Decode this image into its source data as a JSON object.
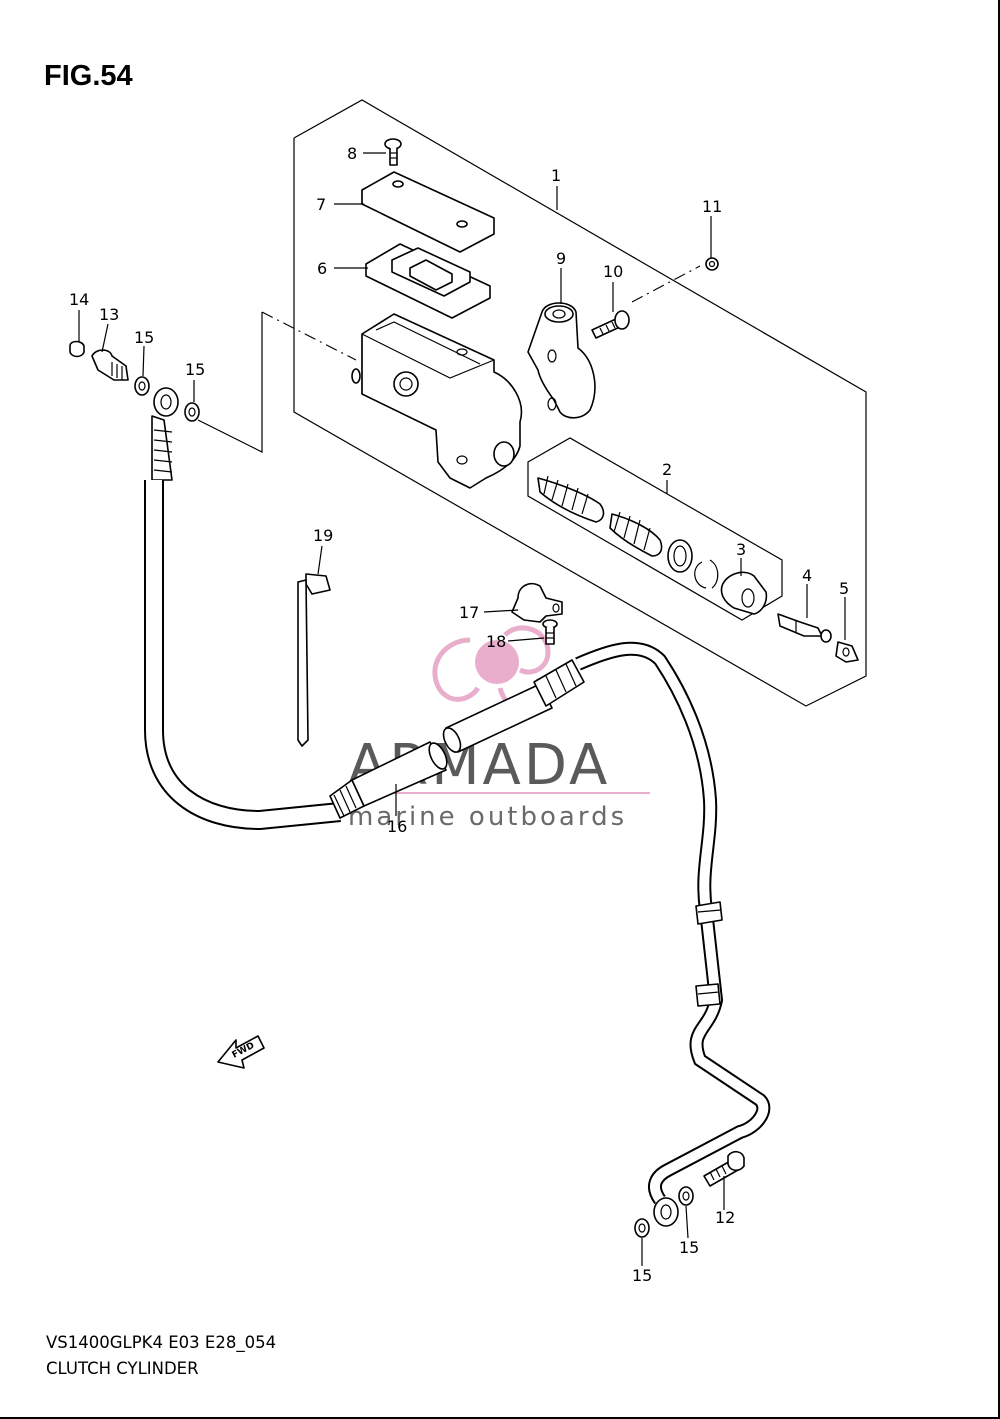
{
  "figure_title": "FIG.54",
  "footer": {
    "model_code": "VS1400GLPK4 E03 E28_054",
    "section_name": "CLUTCH CYLINDER"
  },
  "watermark": {
    "brand": "ARMADA",
    "tagline": "marine outboards",
    "accent_color": "#e8a6c8",
    "text_color": "#5a5a5a"
  },
  "direction_marker": "FWD",
  "callouts": {
    "p1": "1",
    "p2": "2",
    "p3": "3",
    "p4": "4",
    "p5": "5",
    "p6": "6",
    "p7": "7",
    "p8": "8",
    "p9": "9",
    "p10": "10",
    "p11": "11",
    "p12": "12",
    "p13": "13",
    "p14": "14",
    "p15a": "15",
    "p15b": "15",
    "p15c": "15",
    "p15d": "15",
    "p16": "16",
    "p17": "17",
    "p18": "18",
    "p19": "19"
  }
}
